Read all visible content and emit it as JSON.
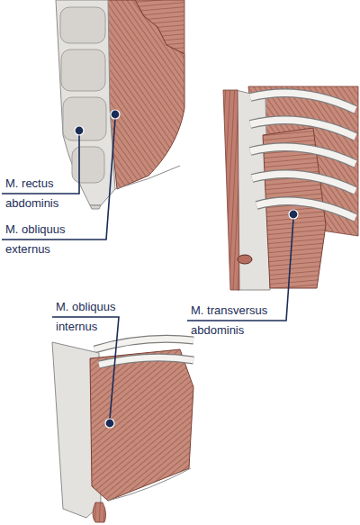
{
  "diagram": {
    "labels": [
      "M. rectus abdominis",
      "M. obliquus externus",
      "M. obliquus internus",
      "M. transversus abdominis"
    ]
  }
}
